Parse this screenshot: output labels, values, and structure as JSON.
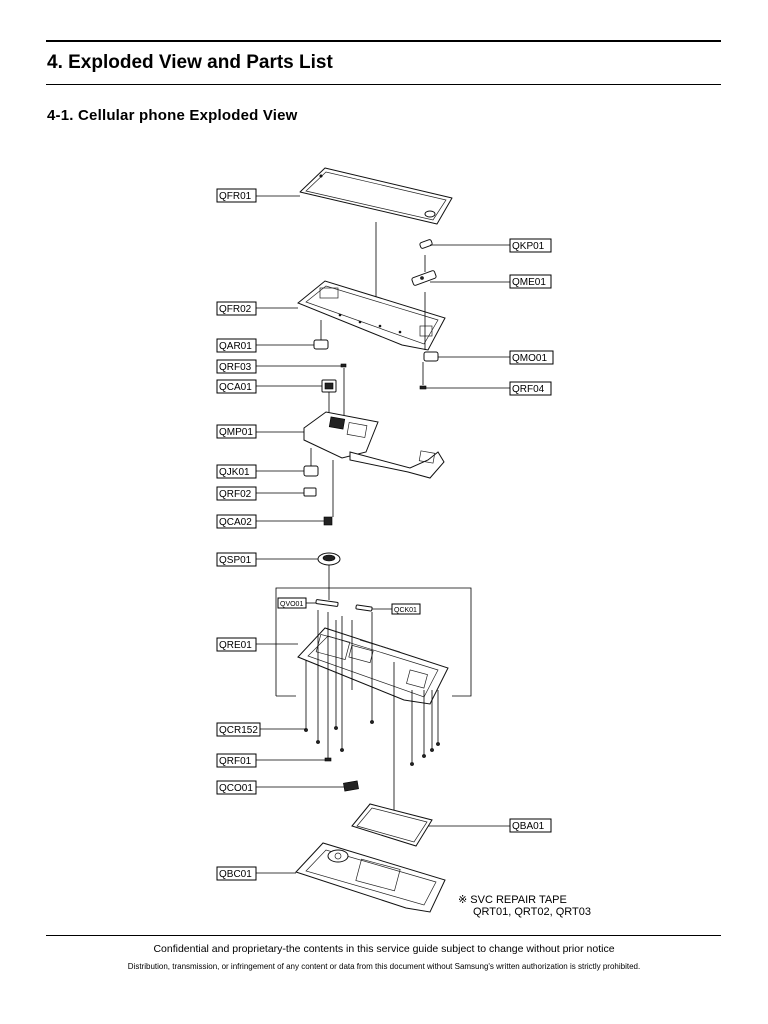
{
  "header": {
    "section_title": "4. Exploded View and Parts List",
    "subsection_title": "4-1. Cellular phone Exploded View"
  },
  "labels": {
    "QFR01": "QFR01",
    "QKP01": "QKP01",
    "QME01": "QME01",
    "QFR02": "QFR02",
    "QAR01": "QAR01",
    "QMO01": "QMO01",
    "QRF03": "QRF03",
    "QRF04": "QRF04",
    "QCA01": "QCA01",
    "QMP01": "QMP01",
    "QJK01": "QJK01",
    "QRF02": "QRF02",
    "QCA02": "QCA02",
    "QSP01": "QSP01",
    "QVO01": "QVO01",
    "QCK01": "QCK01",
    "QRE01": "QRE01",
    "QCR152": "QCR152",
    "QRF01": "QRF01",
    "QCO01": "QCO01",
    "QBA01": "QBA01",
    "QBC01": "QBC01"
  },
  "note": {
    "line1": "※ SVC REPAIR TAPE",
    "line2": "QRT01, QRT02, QRT03"
  },
  "footer": {
    "line1": "Confidential and proprietary-the contents in this service guide subject to change without prior notice",
    "line2": "Distribution, transmission, or infringement of any content or data from this document without Samsung's written authorization is strictly prohibited."
  }
}
